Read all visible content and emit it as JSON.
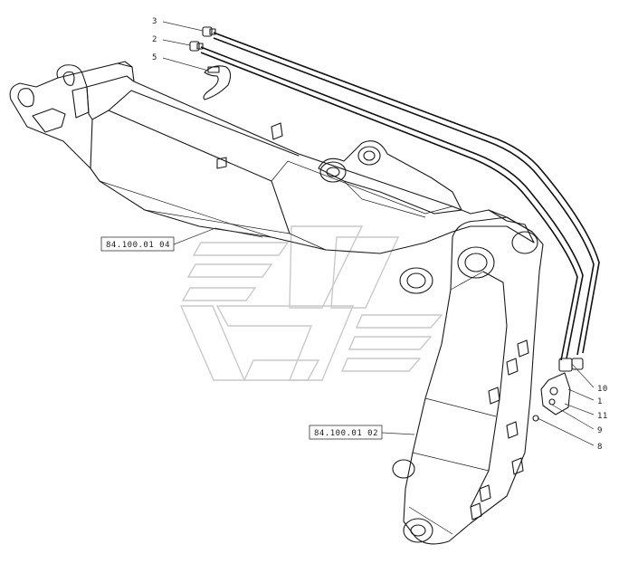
{
  "references": {
    "boom_ref": "84.100.01 04",
    "arm_ref": "84.100.01 02"
  },
  "callouts_left": [
    {
      "label": "3"
    },
    {
      "label": "2"
    },
    {
      "label": "5"
    }
  ],
  "callouts_right": [
    {
      "label": "10"
    },
    {
      "label": "1"
    },
    {
      "label": "11"
    },
    {
      "label": "9"
    },
    {
      "label": "8"
    }
  ],
  "colors": {
    "line": "#1a1a1a",
    "watermark": "#c9c9c9",
    "background": "#ffffff"
  }
}
